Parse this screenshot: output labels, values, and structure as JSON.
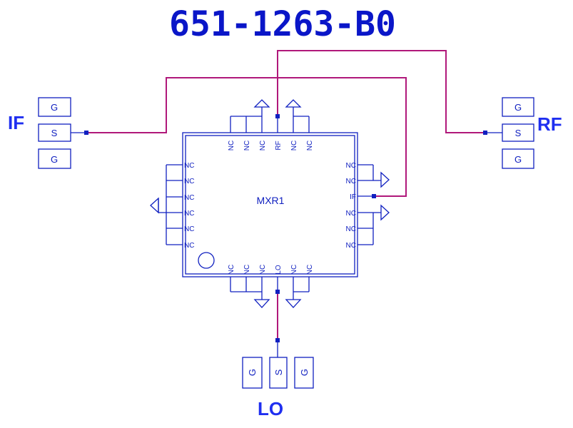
{
  "title": "651-1263-B0",
  "component": {
    "ref": "MXR1",
    "top_pins": [
      "NC",
      "NC",
      "NC",
      "RF",
      "NC",
      "NC"
    ],
    "bottom_pins": [
      "NC",
      "NC",
      "NC",
      "LO",
      "NC",
      "NC"
    ],
    "left_pins": [
      "NC",
      "NC",
      "NC",
      "NC",
      "NC",
      "NC"
    ],
    "right_pins": [
      "NC",
      "NC",
      "IF",
      "NC",
      "NC",
      "NC"
    ]
  },
  "ports": {
    "if": {
      "label": "IF",
      "pads": [
        "G",
        "S",
        "G"
      ]
    },
    "rf": {
      "label": "RF",
      "pads": [
        "G",
        "S",
        "G"
      ]
    },
    "lo": {
      "label": "LO",
      "pads": [
        "G",
        "S",
        "G"
      ]
    }
  },
  "colors": {
    "outline": "#1020c0",
    "wire": "#b0187a",
    "title": "#0a16c8",
    "port_label": "#1f2ff0"
  }
}
